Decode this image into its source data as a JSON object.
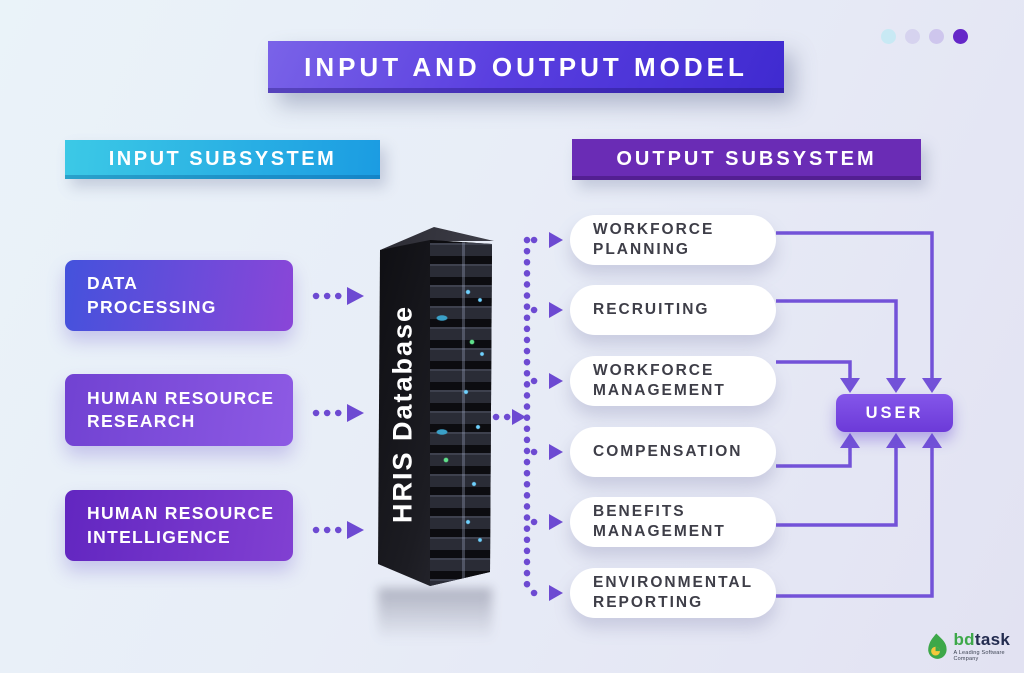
{
  "title_banner": {
    "label": "INPUT AND OUTPUT MODEL"
  },
  "pagination": {
    "dot_colors": [
      "#c8e9f4",
      "#d6d3ef",
      "#cec6ed",
      "#6527c8"
    ]
  },
  "input_subsystem": {
    "header": "INPUT SUBSYSTEM",
    "items": [
      {
        "label": "DATA\nPROCESSING"
      },
      {
        "label": "HUMAN RESOURCE\nRESEARCH"
      },
      {
        "label": "HUMAN RESOURCE\nINTELLIGENCE"
      }
    ]
  },
  "database": {
    "label": "HRIS Database"
  },
  "output_subsystem": {
    "header": "OUTPUT SUBSYSTEM",
    "items": [
      {
        "label": "WORKFORCE\nPLANNING"
      },
      {
        "label": "RECRUITING"
      },
      {
        "label": "WORKFORCE\nMANAGEMENT"
      },
      {
        "label": "COMPENSATION"
      },
      {
        "label": "BENEFITS\nMANAGEMENT"
      },
      {
        "label": "ENVIRONMENTAL\nREPORTING"
      }
    ]
  },
  "user_node": {
    "label": "USER"
  },
  "logo": {
    "name_bd": "bd",
    "name_task": "task",
    "tagline": "A Leading Software Company"
  },
  "colors": {
    "title_gradient": [
      "#7a63e8",
      "#3f2ad0"
    ],
    "input_header_gradient": [
      "#3cc9e6",
      "#1b9ce2"
    ],
    "output_header": "#6a2cb5",
    "input_box_gradients": [
      [
        "#4452dc",
        "#8a46d8"
      ],
      [
        "#7142d2",
        "#8d5ae4"
      ],
      [
        "#6226c0",
        "#8140d2"
      ]
    ],
    "connector_solid": "#7352d8",
    "connector_dotted": "#6d4ad2",
    "user_gradient": [
      "#8456ea",
      "#6c3ad8"
    ],
    "pill_background": "#ffffff",
    "pill_text": "#3e3e48"
  }
}
